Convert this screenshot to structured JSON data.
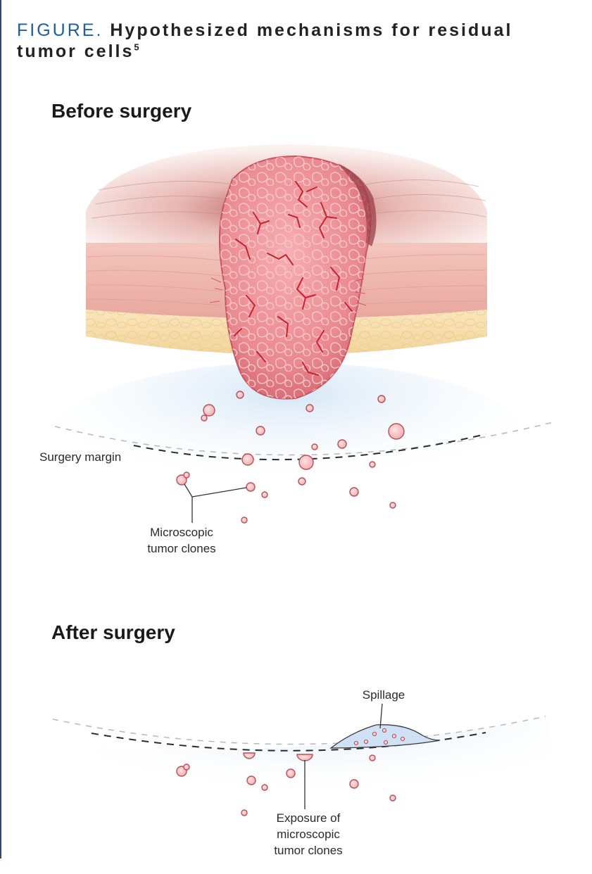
{
  "figure": {
    "label": "FIGURE.",
    "title": "Hypothesized mechanisms for residual tumor cells",
    "reference": "5"
  },
  "before": {
    "heading": "Before surgery",
    "margin_label": "Surgery margin",
    "clones_label_line1": "Microscopic",
    "clones_label_line2": "tumor clones"
  },
  "after": {
    "heading": "After surgery",
    "spillage_label": "Spillage",
    "exposure_line1": "Exposure of",
    "exposure_line2": "microscopic",
    "exposure_line3": "tumor clones"
  },
  "colors": {
    "tumor": "#e8828a",
    "tumor_dark": "#b8424f",
    "vessel": "#c8232f",
    "muscle": "#f0b9b0",
    "fat": "#f7dfae",
    "blue_haze": "#d9e9f7",
    "cell_fill": "#f5c3c3",
    "cell_stroke": "#b8505a",
    "title_accent": "#1f5fa0"
  }
}
